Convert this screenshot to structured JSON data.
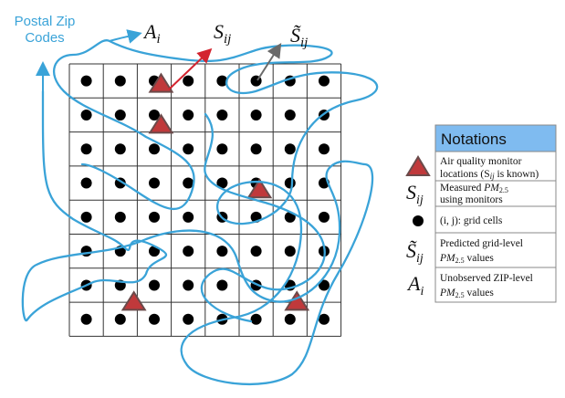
{
  "postal_label": {
    "line1": "Postal Zip",
    "line2": "Codes"
  },
  "symbols": {
    "A": "A",
    "A_sub": "i",
    "S": "S",
    "S_sub": "ij",
    "S_tilde": "S̃",
    "S_tilde_sub": "ij"
  },
  "grid": {
    "rows": 8,
    "cols": 8,
    "monitors": [
      [
        0,
        2
      ],
      [
        1,
        2
      ],
      [
        3,
        5
      ],
      [
        6,
        1
      ],
      [
        6,
        6
      ]
    ]
  },
  "notations": {
    "header": "Notations",
    "rows": [
      {
        "symbol": "triangle",
        "line1": "Air quality monitor",
        "line2": "locations (S",
        "line2_sub": "ij",
        "line2_end": " is known)"
      },
      {
        "symbol": "S_ij",
        "line1a": "Measured ",
        "line1_pm": "PM",
        "line1_sub": "2.5",
        "line2": "using monitors"
      },
      {
        "symbol": "dot",
        "line1": "(i, j): grid cells"
      },
      {
        "symbol": "S_tilde_ij",
        "line1": "Predicted grid-level",
        "line2_pm": "PM",
        "line2_sub": "2.5",
        "line2_end": " values"
      },
      {
        "symbol": "A_i",
        "line1": "Unobserved ZIP-level",
        "line2_pm": "PM",
        "line2_sub": "2.5",
        "line2_end": " values"
      }
    ]
  },
  "colors": {
    "blue": "#3aa3d8",
    "monitor": "#c0393b",
    "monitor_stroke": "#6b4a4a",
    "header_bg": "#7fbbf0",
    "arrow_red": "#d3242f",
    "arrow_gray": "#6a6a6a",
    "dot": "#000000",
    "grid_line": "#333333"
  }
}
